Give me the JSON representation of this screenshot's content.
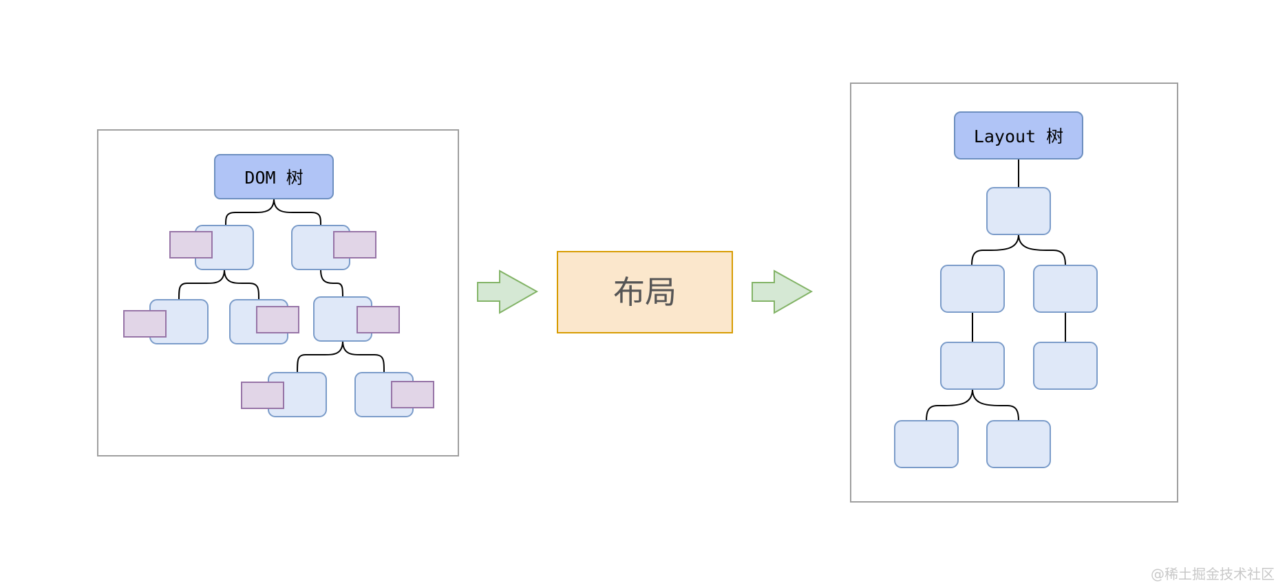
{
  "dom_tree": {
    "title": "DOM 树"
  },
  "process": {
    "label": "布局"
  },
  "layout_tree": {
    "title": "Layout 树"
  },
  "watermark": "@稀土掘金技术社区",
  "colors": {
    "title_node_fill": "#b0c4f6",
    "tree_node_fill": "#dfe8f8",
    "style_tag_fill": "#e1d5e7",
    "arrow_fill": "#d5e8d4",
    "process_fill": "#fbe7cc"
  }
}
